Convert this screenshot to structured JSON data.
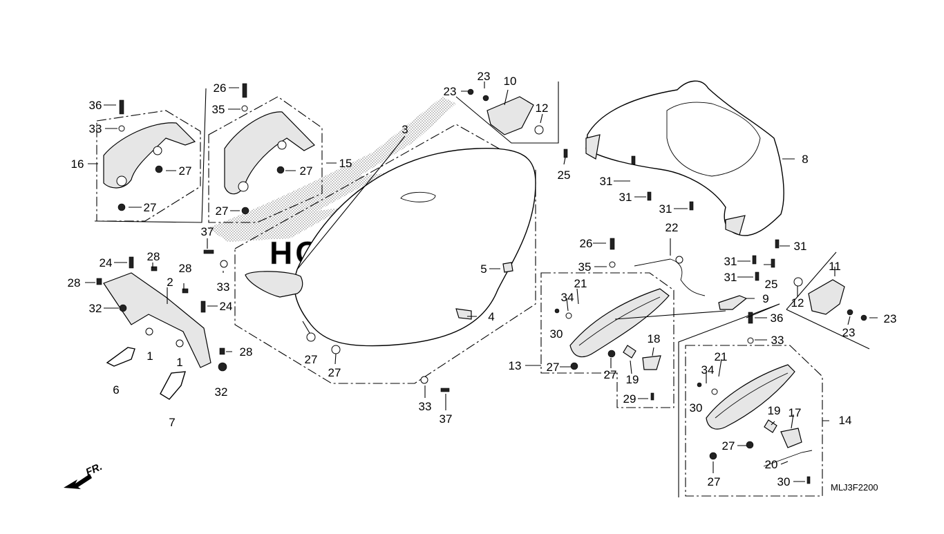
{
  "diagram": {
    "code": "MLJ3F2200",
    "front_marker": "FR.",
    "watermark": "HONDA"
  },
  "callouts": [
    {
      "id": "c0",
      "text": "36"
    },
    {
      "id": "c1",
      "text": "33"
    },
    {
      "id": "c2",
      "text": "16"
    },
    {
      "id": "c3",
      "text": "27"
    },
    {
      "id": "c4",
      "text": "27"
    },
    {
      "id": "c5",
      "text": "26"
    },
    {
      "id": "c6",
      "text": "35"
    },
    {
      "id": "c7",
      "text": "27"
    },
    {
      "id": "c8",
      "text": "15"
    },
    {
      "id": "c9",
      "text": "27"
    },
    {
      "id": "c10",
      "text": "3"
    },
    {
      "id": "c11",
      "text": "23"
    },
    {
      "id": "c12",
      "text": "23"
    },
    {
      "id": "c13",
      "text": "10"
    },
    {
      "id": "c14",
      "text": "12"
    },
    {
      "id": "c15",
      "text": "25"
    },
    {
      "id": "c16",
      "text": "8"
    },
    {
      "id": "c17",
      "text": "31"
    },
    {
      "id": "c18",
      "text": "31"
    },
    {
      "id": "c19",
      "text": "31"
    },
    {
      "id": "c20",
      "text": "31"
    },
    {
      "id": "c21",
      "text": "22"
    },
    {
      "id": "c22",
      "text": "37"
    },
    {
      "id": "c23",
      "text": "24"
    },
    {
      "id": "c24",
      "text": "28"
    },
    {
      "id": "c25",
      "text": "28"
    },
    {
      "id": "c26",
      "text": "28"
    },
    {
      "id": "c27",
      "text": "2"
    },
    {
      "id": "c28",
      "text": "32"
    },
    {
      "id": "c29",
      "text": "24"
    },
    {
      "id": "c30",
      "text": "33"
    },
    {
      "id": "c31",
      "text": "5"
    },
    {
      "id": "c32",
      "text": "26"
    },
    {
      "id": "c33",
      "text": "35"
    },
    {
      "id": "c34",
      "text": "31"
    },
    {
      "id": "c35",
      "text": "31"
    },
    {
      "id": "c36",
      "text": "25"
    },
    {
      "id": "c37",
      "text": "11"
    },
    {
      "id": "c38",
      "text": "12"
    },
    {
      "id": "c39",
      "text": "21"
    },
    {
      "id": "c40",
      "text": "34"
    },
    {
      "id": "c41",
      "text": "9"
    },
    {
      "id": "c42",
      "text": "4"
    },
    {
      "id": "c43",
      "text": "23"
    },
    {
      "id": "c44",
      "text": "23"
    },
    {
      "id": "c45",
      "text": "30"
    },
    {
      "id": "c46",
      "text": "36"
    },
    {
      "id": "c47",
      "text": "1"
    },
    {
      "id": "c48",
      "text": "1"
    },
    {
      "id": "c49",
      "text": "28"
    },
    {
      "id": "c50",
      "text": "27"
    },
    {
      "id": "c51",
      "text": "27"
    },
    {
      "id": "c52",
      "text": "13"
    },
    {
      "id": "c53",
      "text": "27"
    },
    {
      "id": "c54",
      "text": "18"
    },
    {
      "id": "c55",
      "text": "27"
    },
    {
      "id": "c56",
      "text": "19"
    },
    {
      "id": "c57",
      "text": "33"
    },
    {
      "id": "c58",
      "text": "21"
    },
    {
      "id": "c59",
      "text": "6"
    },
    {
      "id": "c60",
      "text": "32"
    },
    {
      "id": "c61",
      "text": "34"
    },
    {
      "id": "c62",
      "text": "29"
    },
    {
      "id": "c63",
      "text": "30"
    },
    {
      "id": "c64",
      "text": "14"
    },
    {
      "id": "c65",
      "text": "7"
    },
    {
      "id": "c66",
      "text": "33"
    },
    {
      "id": "c67",
      "text": "37"
    },
    {
      "id": "c68",
      "text": "19"
    },
    {
      "id": "c69",
      "text": "17"
    },
    {
      "id": "c70",
      "text": "27"
    },
    {
      "id": "c71",
      "text": "20"
    },
    {
      "id": "c72",
      "text": "27"
    },
    {
      "id": "c73",
      "text": "30"
    }
  ]
}
